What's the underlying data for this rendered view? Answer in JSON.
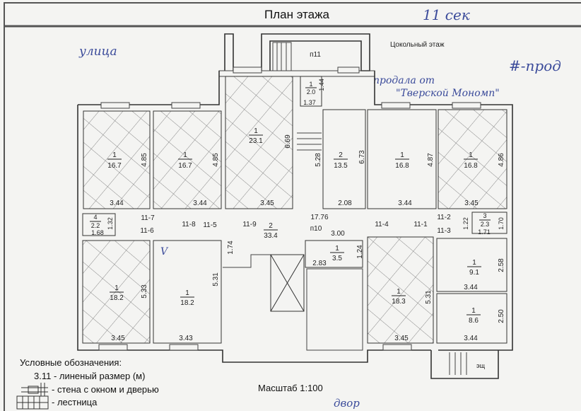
{
  "header": {
    "title": "План этажа",
    "handwritten_note": "11 сек"
  },
  "floor_title": "Цокольный этаж",
  "handwritten": {
    "street": "улица",
    "sold_legend": "#-прод",
    "sold_from_line1": "продала от",
    "sold_from_line2": "\"Тверской Мономп\"",
    "checkmark": "V",
    "yard": "двор"
  },
  "rooms": [
    {
      "num": "1",
      "area": "16.7",
      "height_dim": "4.85",
      "width_dim": "3.44",
      "sold": true
    },
    {
      "num": "1",
      "area": "16.7",
      "height_dim": "4.85",
      "width_dim": "3.44",
      "sold": true
    },
    {
      "num": "1",
      "area": "23.1",
      "height_dim": "6.69",
      "width_dim": "3.45",
      "sold": true
    },
    {
      "num": "1",
      "area": "2.0",
      "height_dim": "1.44",
      "width_dim": "1.37",
      "sold": false
    },
    {
      "num": "2",
      "area": "13.5",
      "height_dim": "5.28",
      "width_dim": "2.08",
      "sold": false
    },
    {
      "num": "1",
      "area": "16.8",
      "height_dim": "4.87",
      "width_dim": "3.44",
      "extra_dim": "6.73",
      "sold": false
    },
    {
      "num": "1",
      "area": "16.8",
      "height_dim": "4.86",
      "width_dim": "3.45",
      "sold": true
    },
    {
      "num": "4",
      "area": "2.2",
      "height_dim": "1.32",
      "width_dim": "1.68",
      "sold": false
    },
    {
      "num": "2",
      "area": "33.4",
      "width_dim": "17.76",
      "sold": false
    },
    {
      "num": "3",
      "area": "2.3",
      "height_dim": "1.70",
      "width_dim": "1.71",
      "extra_dim": "1.22",
      "sold": false
    },
    {
      "num": "1",
      "area": "18.2",
      "height_dim": "5.33",
      "width_dim": "3.45",
      "sold": true
    },
    {
      "num": "1",
      "area": "18.2",
      "height_dim": "5.31",
      "width_dim": "3.43",
      "extra_dim": "1.74",
      "sold": false
    },
    {
      "num": "1",
      "area": "3.5",
      "height_dim": "1.24",
      "width_dim": "2.83",
      "extra_dim": "3.00",
      "sold": false
    },
    {
      "num": "1",
      "area": "18.3",
      "height_dim": "5.31",
      "width_dim": "3.45",
      "sold": true
    },
    {
      "num": "1",
      "area": "9.1",
      "height_dim": "2.58",
      "width_dim": "3.44",
      "sold": false
    },
    {
      "num": "1",
      "area": "8.6",
      "height_dim": "2.50",
      "width_dim": "3.44",
      "sold": false
    }
  ],
  "markers": {
    "p11": "п11",
    "p10": "п10",
    "esch": "эщ",
    "d1": "11-1",
    "d2": "11-2",
    "d3": "11-3",
    "d4": "11-4",
    "d5": "11-5",
    "d6": "11-6",
    "d7": "11-7",
    "d8": "11-8",
    "d9": "11-9"
  },
  "legend": {
    "title": "Условные обозначения:",
    "dim": "3.11 - линеный размер (м)",
    "wall": "- стена с окном и дверью",
    "stairs": "- лестница"
  },
  "scale": "Масштаб 1:100"
}
